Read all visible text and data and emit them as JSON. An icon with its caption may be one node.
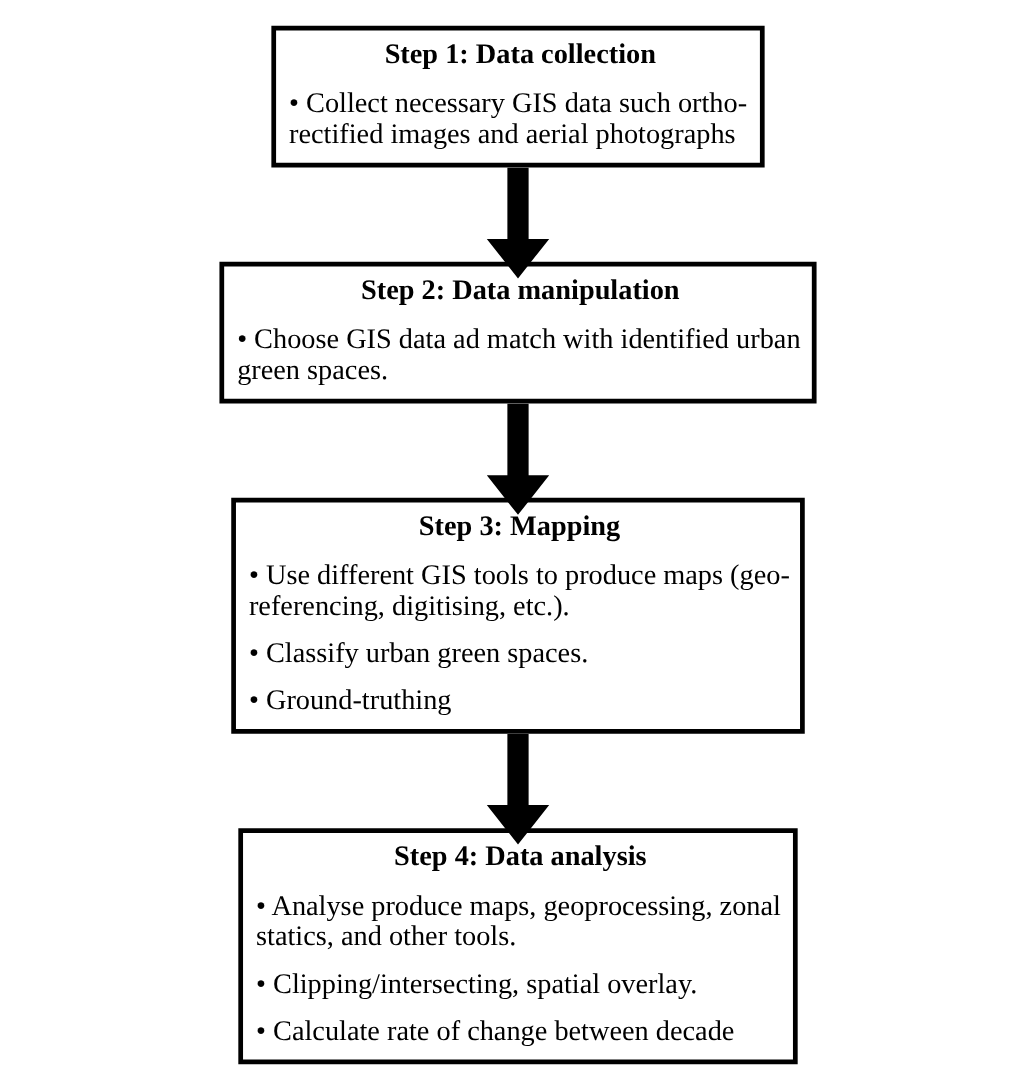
{
  "diagram": {
    "nodes": [
      {
        "text": [
          "Step 1: Data collection",
          "• Collect necessary GIS data such ortho-rectified images and aerial photographs"
        ]
      },
      {
        "text": [
          "Step 2: Data manipulation",
          "• Choose GIS data ad match with identified urban green spaces."
        ]
      },
      {
        "text": [
          "Step 3: Mapping",
          "• Use different GIS tools to produce maps (geo-referencing, digitising, etc.).",
          "• Classify urban green spaces.",
          "• Ground-truthing"
        ]
      },
      {
        "text": [
          "Step 4: Data analysis",
          "• Analyse produce maps, geoprocessing, zonal statics, and other tools.",
          "• Clipping/intersecting, spatial overlay.",
          "• Calculate rate of change between decade"
        ]
      }
    ],
    "edges": [
      {
        "from": 0,
        "to": 1,
        "arrow": "to"
      },
      {
        "from": 1,
        "to": 2,
        "arrow": "to"
      },
      {
        "from": 2,
        "to": 3,
        "arrow": "to"
      }
    ]
  }
}
